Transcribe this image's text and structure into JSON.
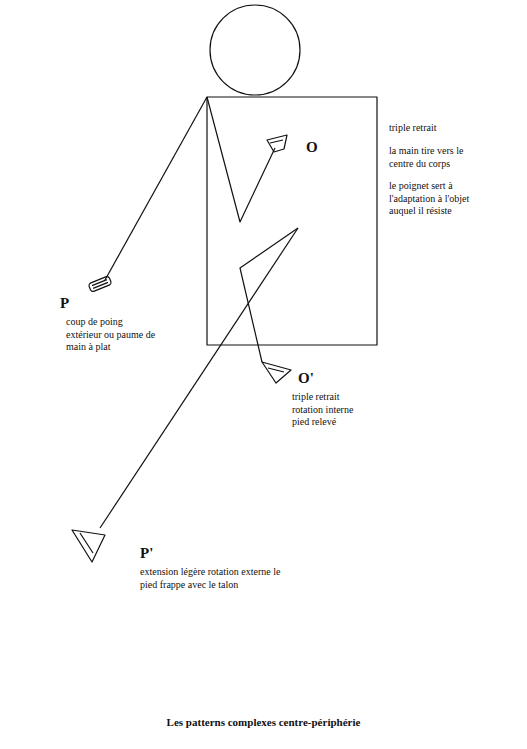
{
  "diagram": {
    "caption": "Les patterns complexes centre-périphérie",
    "labels": [
      "triple retrait",
      "la main tire vers le centre du corps",
      "le poignet sert à l'adaptation à l'objet auquel il résiste",
      "O",
      "P",
      "coup de poing extérieur ou paume de main à plat",
      "O'",
      "triple retrait rotation interne pied relevé",
      "P'",
      "extension légère rotation externe le pied frappe avec le talon"
    ]
  }
}
